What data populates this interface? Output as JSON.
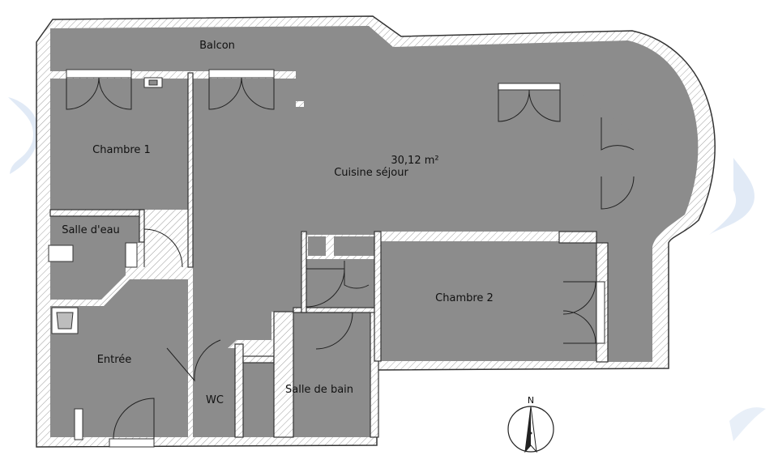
{
  "rooms": {
    "balcon": "Balcon",
    "chambre_1": "Chambre 1",
    "salle_deau": "Salle d'eau",
    "cuisine_sejour": "Cuisine séjour",
    "cuisine_sejour_area": "30,12 m²",
    "chambre_2": "Chambre 2",
    "entree": "Entrée",
    "wc": "WC",
    "salle_de_bain": "Salle de bain"
  },
  "compass": {
    "north": "N"
  },
  "colors": {
    "floor": "#8c8c8c",
    "wall": "#ffffff",
    "wall_line": "#333333",
    "hatch": "#9a9a9a",
    "watermark": "#c9d8ee"
  }
}
